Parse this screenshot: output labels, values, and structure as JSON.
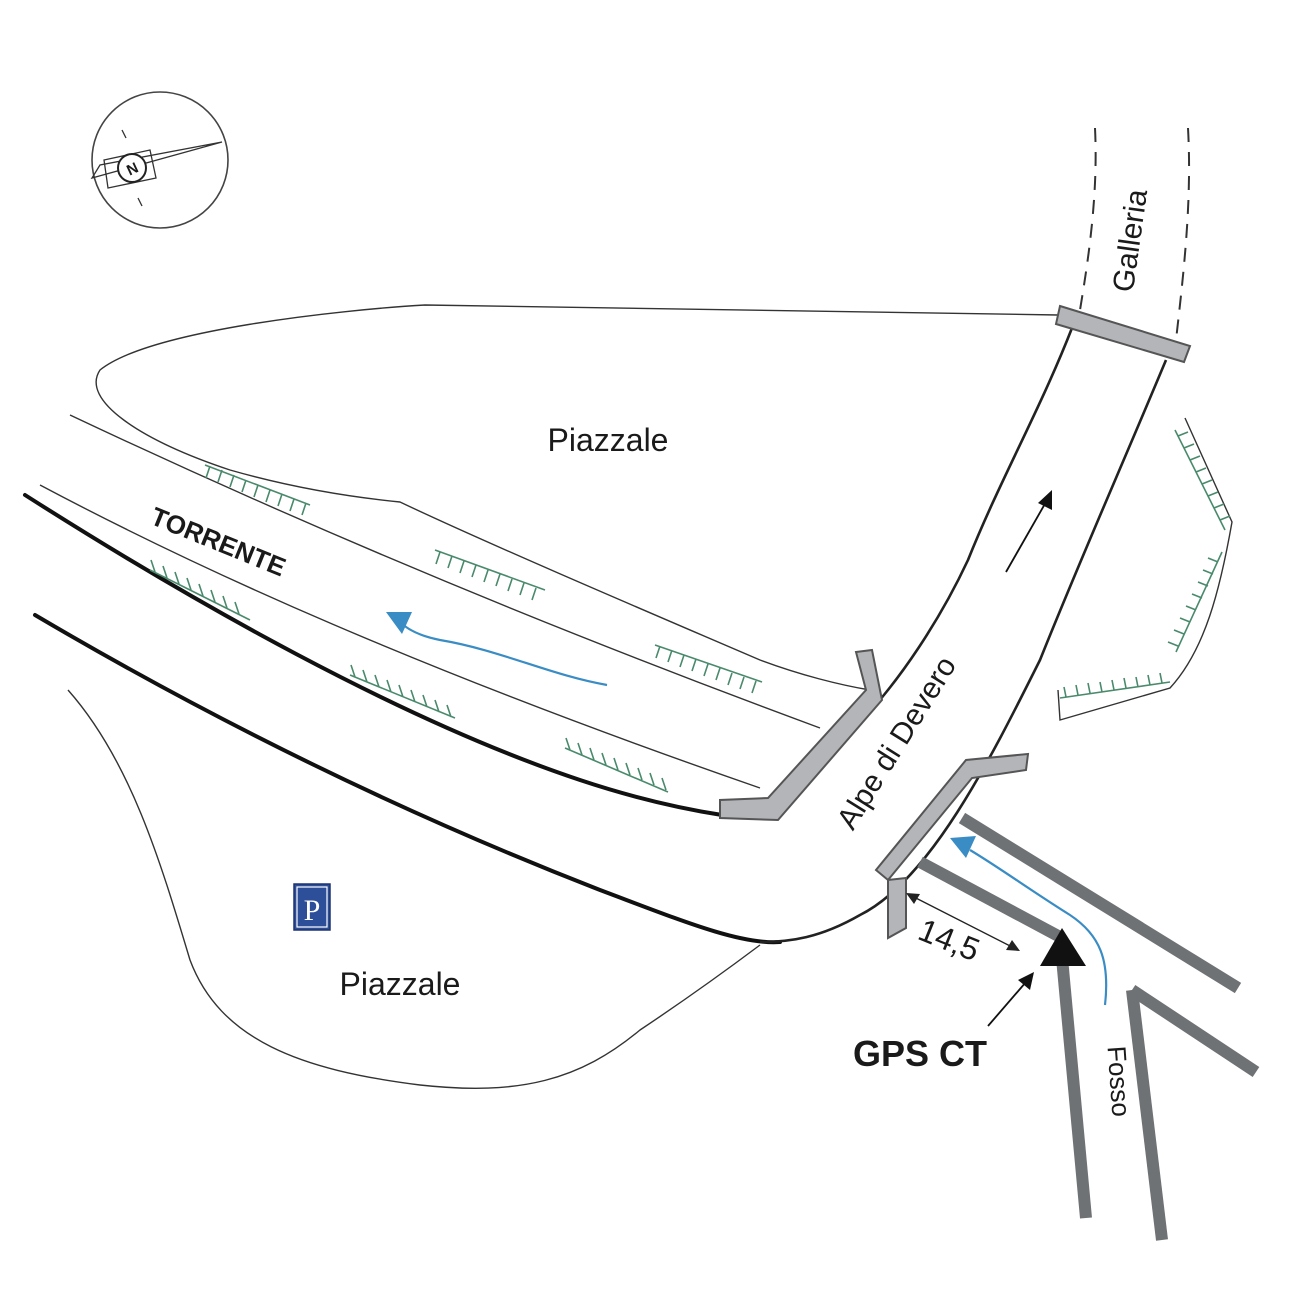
{
  "labels": {
    "piazzale_north": "Piazzale",
    "piazzale_south": "Piazzale",
    "torrente": "TORRENTE",
    "road": "Alpe di Devero",
    "tunnel": "Galleria",
    "ditch": "Fosso",
    "distance": "14,5",
    "gps": "GPS CT",
    "parking": "P",
    "compass": "N"
  },
  "colors": {
    "water_flow": "#3a8cc4",
    "vegetation": "#4a8a6c",
    "bridge": "#b3b5b8",
    "ditch": "#6e7275",
    "parking": "#2d4f9a"
  },
  "icons": [
    "compass-icon",
    "parking-icon",
    "gps-marker-icon"
  ]
}
